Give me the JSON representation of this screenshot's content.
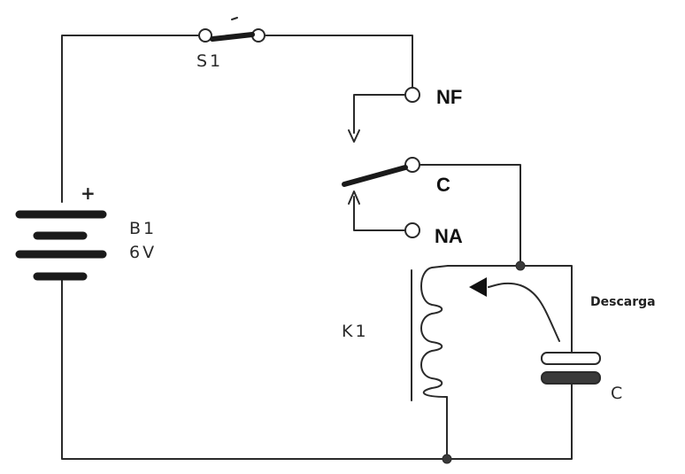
{
  "labels": {
    "switch": "S1",
    "battery_name": "B1",
    "battery_voltage": "6V",
    "battery_plus": "+",
    "relay_nf": "NF",
    "relay_common": "C",
    "relay_na": "NA",
    "coil": "K1",
    "capacitor": "C",
    "discharge": "Descarga"
  },
  "colors": {
    "ink": "#2a2a2a",
    "background": "#ffffff"
  }
}
